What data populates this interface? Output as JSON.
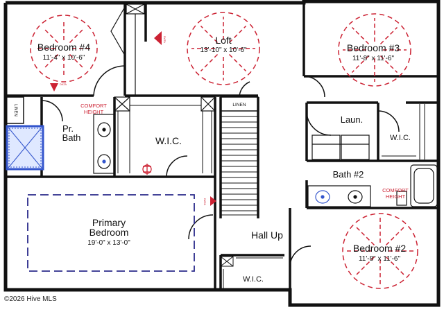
{
  "rooms": {
    "bedroom4": {
      "name": "Bedroom #4",
      "dims": "11'-4\" x 10'-6\""
    },
    "loft": {
      "name": "Loft",
      "dims": "13'-10\" x 10'-6\""
    },
    "bedroom3": {
      "name": "Bedroom #3",
      "dims": "11'-8\" x 11'-6\""
    },
    "primary_bath": {
      "name_line1": "Pr.",
      "name_line2": "Bath"
    },
    "primary_wic": {
      "name": "W.I.C."
    },
    "laundry": {
      "name": "Laun."
    },
    "wic_right": {
      "name": "W.I.C."
    },
    "bath2": {
      "name": "Bath #2"
    },
    "primary_bedroom": {
      "name_line1": "Primary",
      "name_line2": "Bedroom",
      "dims": "19'-0\" x 13'-0\""
    },
    "hall": {
      "name": "Hall Up"
    },
    "bedroom2": {
      "name": "Bedroom #2",
      "dims": "11'-8\" x 11'-6\""
    },
    "wic_bottom": {
      "name": "W.I.C."
    }
  },
  "labels": {
    "linen_left": "LINEN",
    "linen_stair": "LINEN",
    "comfort_height_1_l1": "COMFORT",
    "comfort_height_1_l2": "HEIGHT",
    "comfort_height_2_l1": "COMFORT",
    "comfort_height_2_l2": "HEIGHT",
    "data_1": "DATA",
    "data_2": "DATA",
    "data_3": "DATA"
  },
  "copyright": "©2026 Hive MLS",
  "colors": {
    "wall": "#111111",
    "accent_red": "#cc2233",
    "dashed_blue": "#2a2a8a",
    "shower_blue": "#3355cc"
  }
}
